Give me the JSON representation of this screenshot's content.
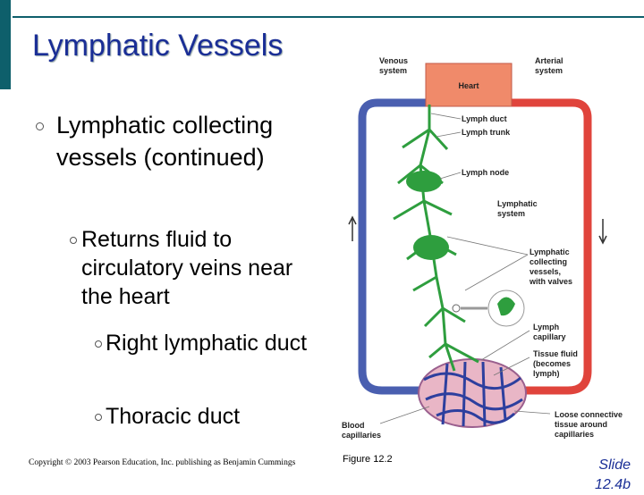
{
  "slide": {
    "title": "Lymphatic Vessels",
    "bullets": {
      "level1": "Lymphatic collecting vessels (continued)",
      "level2": "Returns fluid to circulatory veins near the heart",
      "level3a": "Right lymphatic duct",
      "level3b": "Thoracic duct"
    },
    "copyright": "Copyright © 2003 Pearson Education, Inc. publishing as Benjamin Cummings",
    "figure_ref": "Figure 12.2",
    "slide_number": "Slide 12.4b"
  },
  "diagram": {
    "labels": {
      "venous_1": "Venous",
      "venous_2": "system",
      "arterial_1": "Arterial",
      "arterial_2": "system",
      "heart": "Heart",
      "lymph_duct": "Lymph duct",
      "lymph_trunk": "Lymph trunk",
      "lymph_node": "Lymph node",
      "lymphatic_system_1": "Lymphatic",
      "lymphatic_system_2": "system",
      "lymphatic_vessels_1": "Lymphatic",
      "lymphatic_vessels_2": "collecting",
      "lymphatic_vessels_3": "vessels,",
      "lymphatic_vessels_4": "with valves",
      "lymph_capillary_1": "Lymph",
      "lymph_capillary_2": "capillary",
      "tissue_fluid_1": "Tissue fluid",
      "tissue_fluid_2": "(becomes",
      "tissue_fluid_3": "lymph)",
      "blood_capillaries_1": "Blood",
      "blood_capillaries_2": "capillaries",
      "loose_tissue_1": "Loose connective",
      "loose_tissue_2": "tissue around",
      "loose_tissue_3": "capillaries"
    },
    "colors": {
      "venous": "#4a5fb0",
      "arterial": "#e0443c",
      "heart": "#f08a6a",
      "lymph": "#2e9e3e",
      "title": "#1a2e96"
    }
  }
}
